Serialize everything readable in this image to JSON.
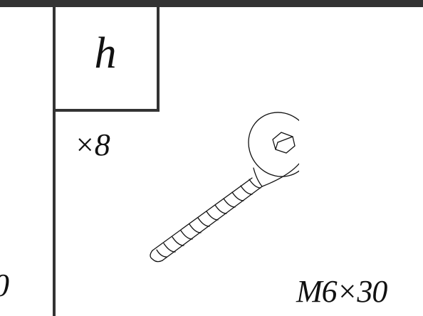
{
  "panel": {
    "part_letter": "h",
    "quantity": "×8",
    "spec": "M6×30",
    "left_fragment": "0"
  },
  "icons": {
    "part": "countersunk-hex-socket-screw-icon"
  }
}
